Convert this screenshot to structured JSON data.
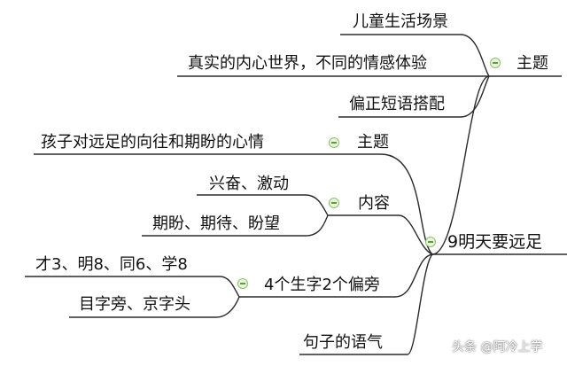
{
  "root": {
    "label": "9明天要远足"
  },
  "branches": [
    {
      "label": "主题",
      "children": [
        "儿童生活场景",
        "真实的内心世界，不同的情感体验",
        "偏正短语搭配"
      ]
    },
    {
      "label": "主题",
      "children": [
        "孩子对远足的向往和期盼的心情"
      ]
    },
    {
      "label": "内容",
      "children": [
        "兴奋、激动",
        "期盼、期待、盼望"
      ]
    },
    {
      "label": "4个生字2个偏旁",
      "children": [
        "才3、明8、同6、学8",
        "目字旁、京字头"
      ]
    },
    {
      "label": "句子的语气",
      "children": []
    }
  ],
  "watermark": "头条 @阿冷上学",
  "colors": {
    "line": "#2b2b2b",
    "toggle_fill": "#e8f4dc",
    "toggle_border": "#8dbf6a"
  }
}
